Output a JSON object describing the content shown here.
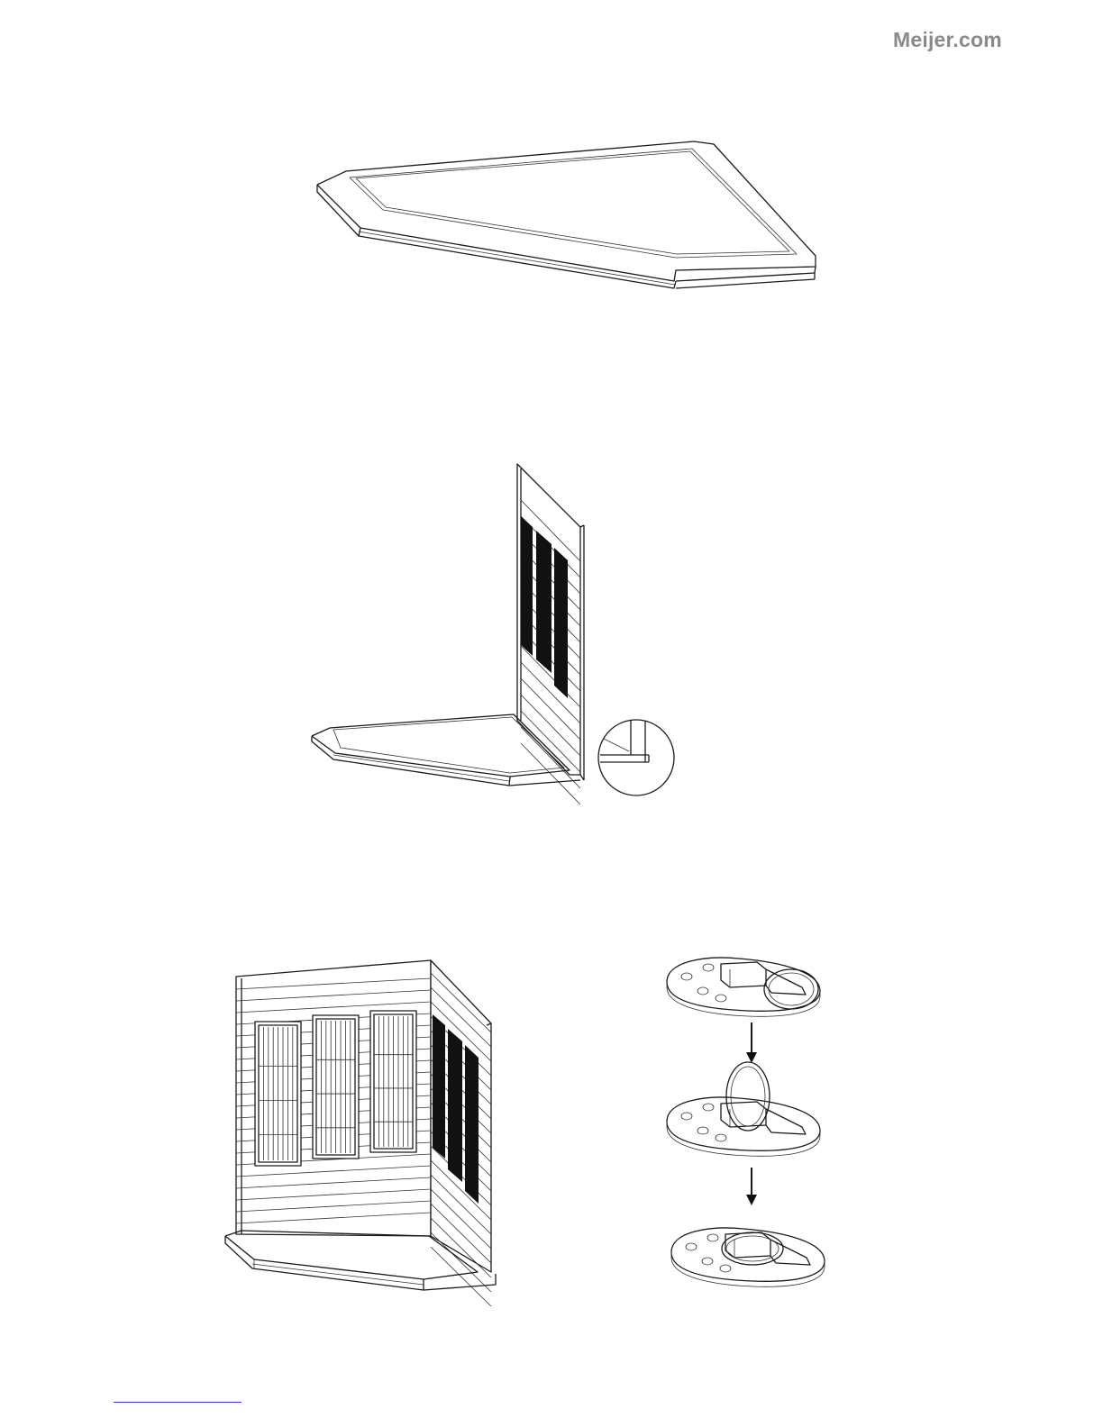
{
  "header": {
    "brand": "Meijer.com"
  },
  "figures": [
    {
      "name": "base-frame",
      "icon": "base-frame-illustration"
    },
    {
      "name": "base-with-back-wall",
      "icon": "wall-assembly-illustration"
    },
    {
      "name": "assembled-corner-walls",
      "icon": "corner-walls-illustration"
    },
    {
      "name": "latch-steps",
      "icon": "latch-illustration"
    }
  ]
}
